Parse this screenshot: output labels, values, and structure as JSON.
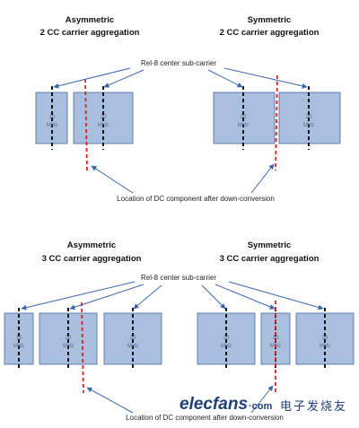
{
  "colors": {
    "cc_fill": "#a9bfdf",
    "cc_border": "#4a6a9a",
    "center_line": "#000000",
    "dc_line": "#e02020",
    "arrow": "#3a66b0",
    "watermark": "#1f3f7a"
  },
  "top": {
    "left_title": [
      "Asymmetric",
      "2 CC carrier aggregation"
    ],
    "right_title": [
      "Symmetric",
      "2 CC carrier aggregation"
    ],
    "center_label": "Rel-8 center sub-carrier",
    "dc_label": "Location of DC component after down-conversion",
    "carriers": [
      {
        "mhz": "10",
        "unit": "MHz"
      },
      {
        "mhz": "20",
        "unit": "MHz"
      },
      {
        "mhz": "20",
        "unit": "MHz"
      },
      {
        "mhz": "20",
        "unit": "MHz"
      }
    ]
  },
  "bottom": {
    "left_title": [
      "Asymmetric",
      "3 CC carrier aggregation"
    ],
    "right_title": [
      "Symmetric",
      "3 CC carrier aggregation"
    ],
    "center_label": "Rel-8 center sub-carrier",
    "dc_label": "Location of DC component after down-conversion",
    "carriers": [
      {
        "mhz": "10",
        "unit": "MHz"
      },
      {
        "mhz": "20",
        "unit": "MHz"
      },
      {
        "mhz": "20",
        "unit": "MHz"
      },
      {
        "mhz": "20",
        "unit": "MHz"
      },
      {
        "mhz": "10",
        "unit": "MHz"
      },
      {
        "mhz": "20",
        "unit": "MHz"
      }
    ]
  },
  "watermark": {
    "brand": "elecfans",
    "domain": "·com",
    "chinese": "电子发烧友"
  }
}
